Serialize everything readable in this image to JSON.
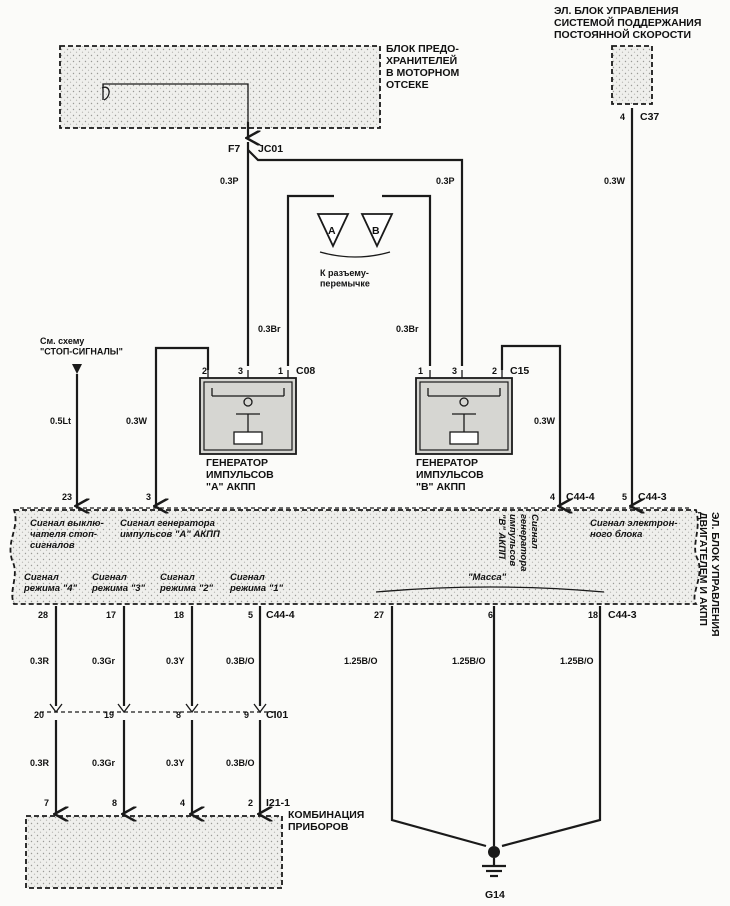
{
  "components": {
    "fuse_box": "БЛОК ПРЕДО-\nХРАНИТЕЛЕЙ\nВ МОТОРНОМ\nОТСЕКЕ",
    "cruise_ecu": "ЭЛ. БЛОК УПРАВЛЕНИЯ\nСИСТЕМОЙ ПОДДЕРЖАНИЯ\nПОСТОЯННОЙ СКОРОСТИ",
    "gen_a": "ГЕНЕРАТОР\nИМПУЛЬСОВ\n\"А\" АКПП",
    "gen_b": "ГЕНЕРАТОР\nИМПУЛЬСОВ\n\"В\" АКПП",
    "ecu": "ЭЛ. БЛОК УПРАВЛЕНИЯ\nДВИГАТЕЛЕМ И АКПП",
    "cluster": "КОМБИНАЦИЯ\nПРИБОРОВ",
    "stop_ref": "См. схему\n\"СТОП-СИГНАЛЫ\"",
    "jumper": "К разъему-\nперемычке",
    "ground": "G14"
  },
  "connectors": {
    "f7": "F7",
    "jc01": "JC01",
    "c37": "C37",
    "c08": "C08",
    "c15": "C15",
    "c44_4": "C44-4",
    "c44_3": "C44-3",
    "ci01": "CI01",
    "i21_1": "I21-1"
  },
  "connector_labels": {
    "jumper_a": "A",
    "jumper_b": "B",
    "ecu_c44_4_bottom": "C44-4",
    "ecu_c44_3_bottom": "C44-3"
  },
  "pins": {
    "c37": "4",
    "gen_a": [
      "2",
      "3",
      "1"
    ],
    "gen_b": [
      "1",
      "3",
      "2"
    ],
    "ecu_top": [
      "23",
      "3",
      "4",
      "5"
    ],
    "ecu_bottom": [
      "28",
      "17",
      "18",
      "5"
    ],
    "ecu_ground": [
      "27",
      "6",
      "18"
    ],
    "ci01_top": [
      "20",
      "19",
      "8",
      "9"
    ],
    "cluster": [
      "7",
      "8",
      "4",
      "2"
    ]
  },
  "wires": {
    "p_left": "0.3P",
    "p_right": "0.3P",
    "w_cruise": "0.3W",
    "br_left": "0.3Br",
    "br_right": "0.3Br",
    "lt_stop": "0.5Lt",
    "w_gen_a": "0.3W",
    "w_gen_b": "0.3W",
    "upper": [
      "0.3R",
      "0.3Gr",
      "0.3Y",
      "0.3B/O"
    ],
    "lower": [
      "0.3R",
      "0.3Gr",
      "0.3Y",
      "0.3B/O"
    ],
    "ground": [
      "1.25B/O",
      "1.25B/O",
      "1.25B/O"
    ]
  },
  "signals": {
    "stop_switch": "Сигнал выклю-\nчателя стоп-\nсигналов",
    "gen_a": "Сигнал генератора\nимпульсов \"А\" АКПП",
    "gen_b": "Сигнал\nгенератора\nимпульсов\n\"В\" АКПП",
    "electronic": "Сигнал электрон-\nного блока",
    "modes": [
      "Сигнал\nрежима \"4\"",
      "Сигнал\nрежима \"3\"",
      "Сигнал\nрежима \"2\"",
      "Сигнал\nрежима \"1\""
    ],
    "ground": "\"Масса\""
  }
}
